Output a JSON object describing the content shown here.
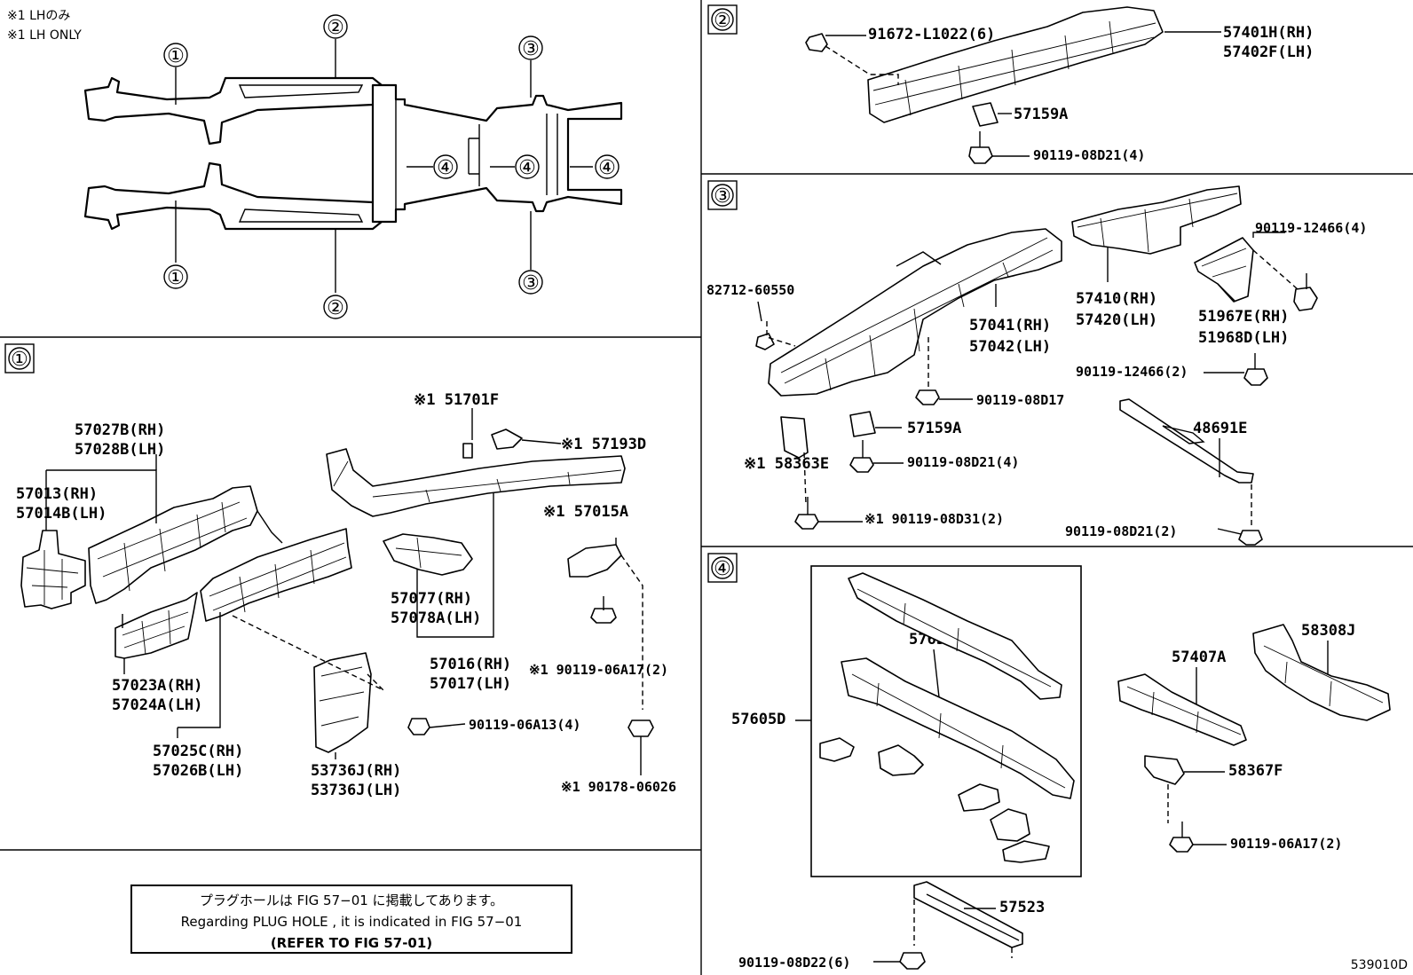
{
  "notes": {
    "lh_jp": "※1 LHのみ",
    "lh_en": "※1 LH ONLY"
  },
  "overview": {
    "callouts": [
      "①",
      "②",
      "③",
      "④"
    ]
  },
  "sections": {
    "s1": "①",
    "s2": "②",
    "s3": "③",
    "s4": "④"
  },
  "section1": {
    "l_57027": "57027B(RH)",
    "l_57028": "57028B(LH)",
    "l_57013": "57013(RH)",
    "l_57014": "57014B(LH)",
    "l_57023": "57023A(RH)",
    "l_57024": "57024A(LH)",
    "l_57025": "57025C(RH)",
    "l_57026": "57026B(LH)",
    "l_53736rh": "53736J(RH)",
    "l_53736lh": "53736J(LH)",
    "l_51701": "※1 51701F",
    "l_57193": "※1 57193D",
    "l_57015": "※1 57015A",
    "l_57077": "57077(RH)",
    "l_57078": "57078A(LH)",
    "l_57016": "57016(RH)",
    "l_57017": "57017(LH)",
    "l_90119_06a17": "※1 90119-06A17(2)",
    "l_90119_06a13": "90119-06A13(4)",
    "l_90178": "※1 90178-06026"
  },
  "refbox": {
    "line_jp": "プラグホールは FIG 57−01 に掲載してあります。",
    "line_en": "Regarding PLUG HOLE , it is indicated in FIG 57−01",
    "line_ref": "(REFER TO FIG 57-01)"
  },
  "section2": {
    "l_91672": "91672-L1022(6)",
    "l_57401": "57401H(RH)",
    "l_57402": "57402F(LH)",
    "l_57159": "57159A",
    "l_90119_08d21": "90119-08D21(4)"
  },
  "section3": {
    "l_82712": "82712-60550",
    "l_57041": "57041(RH)",
    "l_57042": "57042(LH)",
    "l_57410": "57410(RH)",
    "l_57420": "57420(LH)",
    "l_90119_12466_4": "90119-12466(4)",
    "l_51967": "51967E(RH)",
    "l_51968": "51968D(LH)",
    "l_90119_12466_2": "90119-12466(2)",
    "l_90119_08d17": "90119-08D17",
    "l_57159": "57159A",
    "l_58363": "※1 58363E",
    "l_90119_08d21_4": "90119-08D21(4)",
    "l_90119_08d31": "※1 90119-08D31(2)",
    "l_48691": "48691E",
    "l_90119_08d21_2": "90119-08D21(2)"
  },
  "section4": {
    "l_57652": "57652E",
    "l_57605": "57605D",
    "l_57407": "57407A",
    "l_58308": "58308J",
    "l_58367": "58367F",
    "l_90119_06a17": "90119-06A17(2)",
    "l_57523": "57523",
    "l_90119_08d22": "90119-08D22(6)"
  },
  "figure_code": "539010D"
}
